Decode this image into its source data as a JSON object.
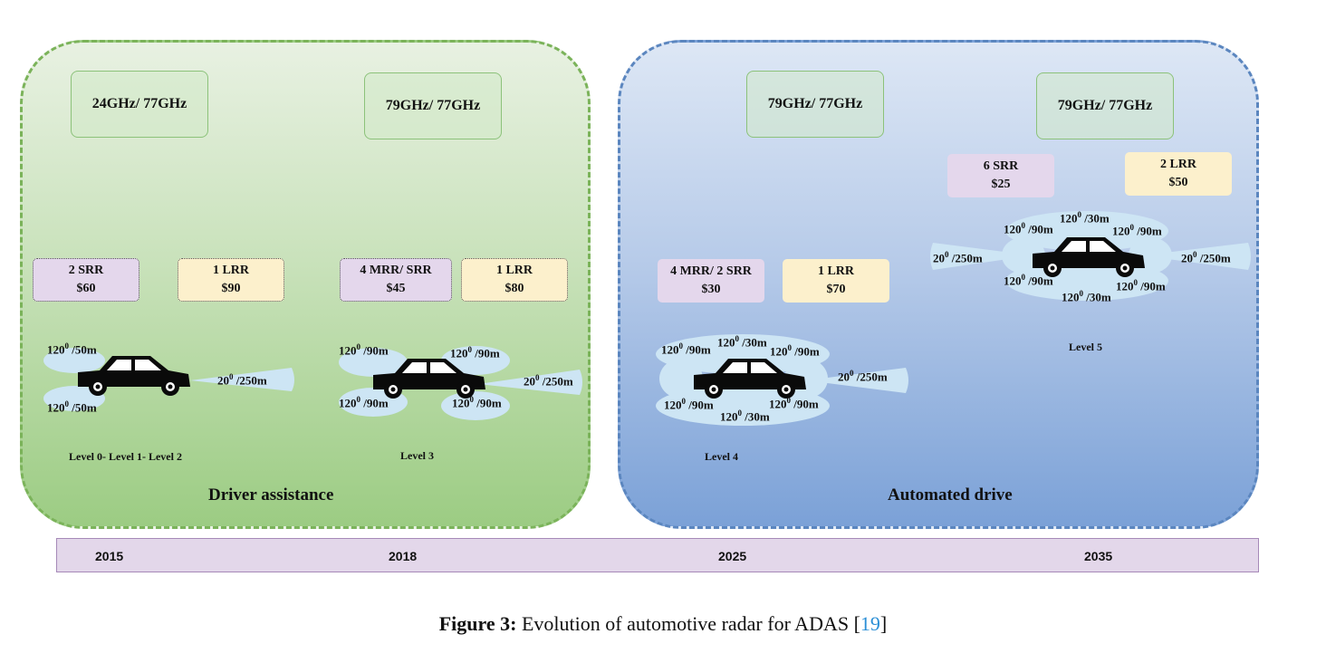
{
  "panels": {
    "driver": {
      "title": "Driver assistance",
      "freq": [
        "24GHz/ 77GHz",
        "79GHz/ 77GHz"
      ],
      "levels": [
        "Level 0- Level 1- Level 2",
        "Level 3"
      ],
      "costs": [
        {
          "count": "2 SRR",
          "price": "$60"
        },
        {
          "count": "1 LRR",
          "price": "$90"
        },
        {
          "count": "4 MRR/ SRR",
          "price": "$45"
        },
        {
          "count": "1 LRR",
          "price": "$80"
        }
      ]
    },
    "automated": {
      "title": "Automated drive",
      "freq": [
        "79GHz/ 77GHz",
        "79GHz/ 77GHz"
      ],
      "levels": [
        "Level 4",
        "Level 5"
      ],
      "costs": [
        {
          "count": "4 MRR/ 2 SRR",
          "price": "$30"
        },
        {
          "count": "1 LRR",
          "price": "$70"
        },
        {
          "count": "6 SRR",
          "price": "$25"
        },
        {
          "count": "2 LRR",
          "price": "$50"
        }
      ]
    }
  },
  "coverage": {
    "sr50": "120",
    "sr50_unit": " /50m",
    "mr90": "120",
    "mr90_unit": " /90m",
    "sr30": "120",
    "sr30_unit": " /30m",
    "lr250": "20",
    "lr250_unit": " /250m",
    "deg": "0"
  },
  "timeline": {
    "years": [
      "2015",
      "2018",
      "2025",
      "2035"
    ]
  },
  "caption": {
    "label": "Figure 3:",
    "text": " Evolution of automotive radar for ADAS [",
    "ref": "19",
    "end": "]"
  },
  "colors": {
    "green_border": "#7bb35a",
    "blue_border": "#5b86bf",
    "beam": "#cde5f4",
    "car": "#0a0a0a"
  }
}
